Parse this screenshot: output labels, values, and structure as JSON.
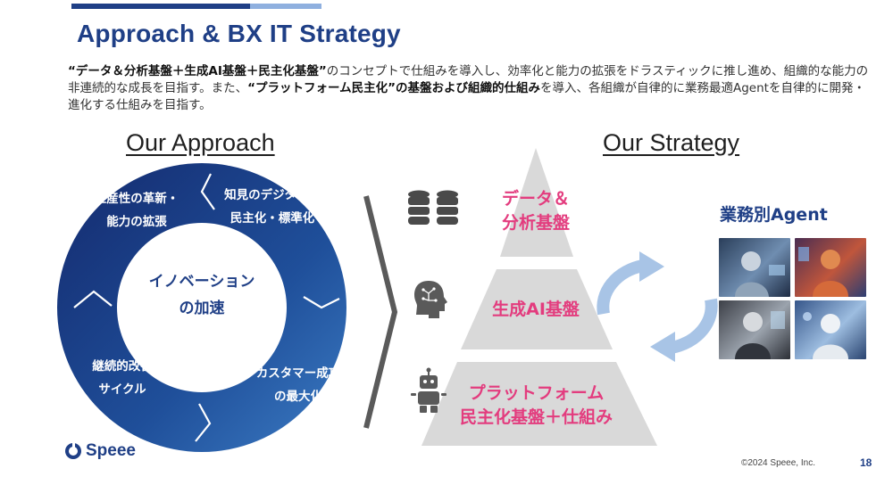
{
  "slide": {
    "title": "Approach & BX IT Strategy",
    "description": {
      "p1": "“データ＆分析基盤＋生成AI基盤＋民主化基盤”",
      "p2": "のコンセプトで仕組みを導入し、効率化と能力の拡張をドラスティックに推し進め、組織的な能力の非連続的な成長を目指す。また、",
      "p3": "“プラットフォーム民主化”の基盤および組織的仕組み",
      "p4": "を導入、各組織が自律的に業務最適Agentを自律的に開発・進化する仕組みを目指す。"
    },
    "approach": {
      "title": "Our Approach",
      "center": {
        "line1": "イノベーション",
        "line2": "の加速"
      },
      "segments": [
        {
          "line1": "生産性の革新・",
          "line2": "能力の拡張"
        },
        {
          "line1": "知見のデジタル化",
          "line2": "民主化・標準化"
        },
        {
          "line1": "カスタマー成功",
          "line2": "の最大化"
        },
        {
          "line1": "継続的改善",
          "line2": "サイクル"
        }
      ]
    },
    "strategy": {
      "title": "Our Strategy",
      "layers": [
        {
          "line1": "データ＆",
          "line2": "分析基盤",
          "icon": "database-icon"
        },
        {
          "line1": "生成AI基盤",
          "line2": "",
          "icon": "ai-brain-icon"
        },
        {
          "line1": "プラットフォーム",
          "line2": "民主化基盤＋仕組み",
          "icon": "robot-icon"
        }
      ],
      "agent_title": "業務別Agent"
    },
    "footer": {
      "logo": "Speee",
      "copyright": "©2024 Speee, Inc.",
      "page_number": "18"
    },
    "colors": {
      "brand_navy": "#1f3f86",
      "accent_pink": "#e33c7e",
      "pyramid_gray": "#d9d9d9",
      "cycle_blue": "#a8c4e6"
    }
  }
}
